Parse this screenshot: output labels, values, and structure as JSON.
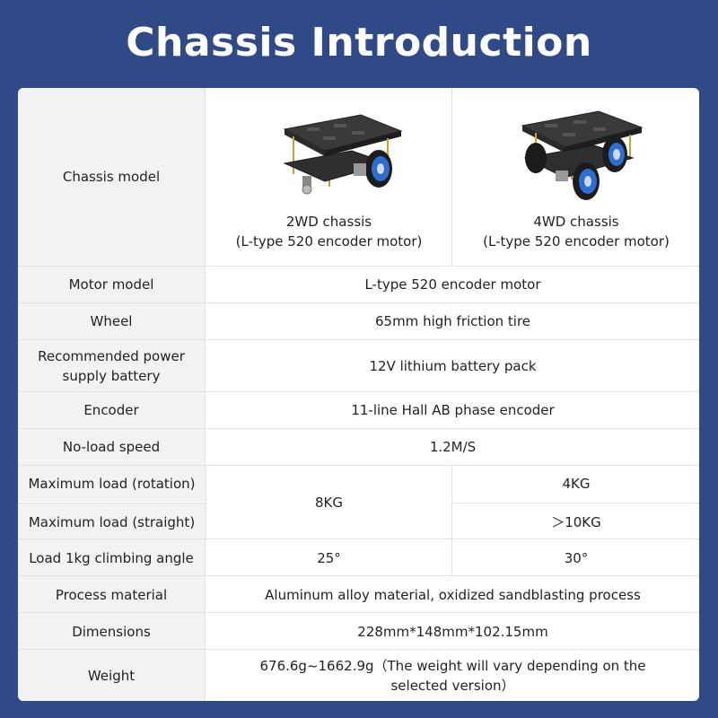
{
  "title": "Chassis Introduction",
  "rows": {
    "chassis_model": {
      "label": "Chassis model",
      "col1_line1": "2WD chassis",
      "col1_line2": "(L-type 520 encoder motor)",
      "col2_line1": "4WD chassis",
      "col2_line2": "(L-type 520 encoder motor)"
    },
    "motor_model": {
      "label": "Motor model",
      "value": "L-type 520 encoder motor"
    },
    "wheel": {
      "label": "Wheel",
      "value": "65mm high friction tire"
    },
    "power": {
      "label": "Recommended power supply battery",
      "value": "12V lithium battery pack"
    },
    "encoder": {
      "label": "Encoder",
      "value": "11-line Hall AB phase encoder"
    },
    "speed": {
      "label": "No-load speed",
      "value": "1.2M/S"
    },
    "load_rotation": {
      "label": "Maximum load (rotation)",
      "value_4wd": "4KG"
    },
    "load_straight": {
      "label": "Maximum load (straight)",
      "value_4wd": "＞10KG"
    },
    "load_shared_2wd": "8KG",
    "climb": {
      "label": "Load 1kg climbing angle",
      "value_2wd": "25°",
      "value_4wd": "30°"
    },
    "material": {
      "label": "Process material",
      "value": "Aluminum alloy material, oxidized sandblasting process"
    },
    "dimensions": {
      "label": "Dimensions",
      "value": "228mm*148mm*102.15mm"
    },
    "weight": {
      "label": "Weight",
      "value": "676.6g~1662.9g（The weight will vary depending on the selected version）"
    }
  },
  "colors": {
    "background": "#2f4a86",
    "label_bg": "#f2f2f2",
    "wheel_accent": "#2d6fd1"
  },
  "icons": [
    "2wd-chassis-image",
    "4wd-chassis-image"
  ]
}
